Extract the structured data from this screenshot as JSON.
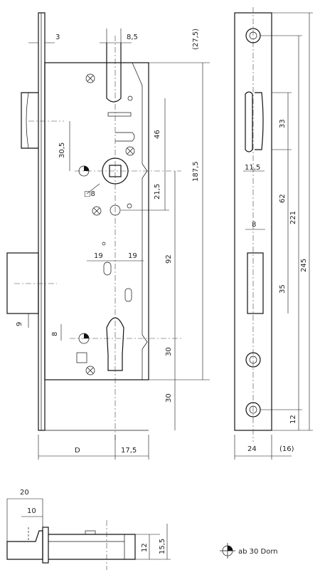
{
  "front_view": {
    "dims": {
      "backset_label": "D",
      "faceplate_thickness": "3",
      "follower_width": "8,5",
      "top_ref": "(27,5)",
      "overall_height": "187,5",
      "follower_to_latch": "30,5",
      "follower_to_hole": "46",
      "square_size": "□8",
      "follower_to_screw": "21,5",
      "follower_to_cylinder": "92",
      "half_width_left": "19",
      "half_width_right": "19",
      "cylinder_offset": "9",
      "cylinder_vertical": "8",
      "cylinder_to_bottom": "30",
      "bottom_extension": "30",
      "bottom_width": "17,5"
    }
  },
  "side_view": {
    "dims": {
      "latch_height": "33",
      "latch_width": "11,5",
      "latch_to_bolt": "62",
      "total_height": "245",
      "center_distance": "221",
      "bolt_width": "8",
      "bolt_height": "35",
      "bottom_hole_offset": "12",
      "plate_width": "24",
      "plate_extra": "(16)"
    }
  },
  "bottom_view": {
    "dims": {
      "bolt_projection": "20",
      "latch_projection": "10",
      "bolt_section": "12",
      "case_depth": "15,5"
    }
  },
  "legend": {
    "text": "ab 30 Dorn"
  }
}
